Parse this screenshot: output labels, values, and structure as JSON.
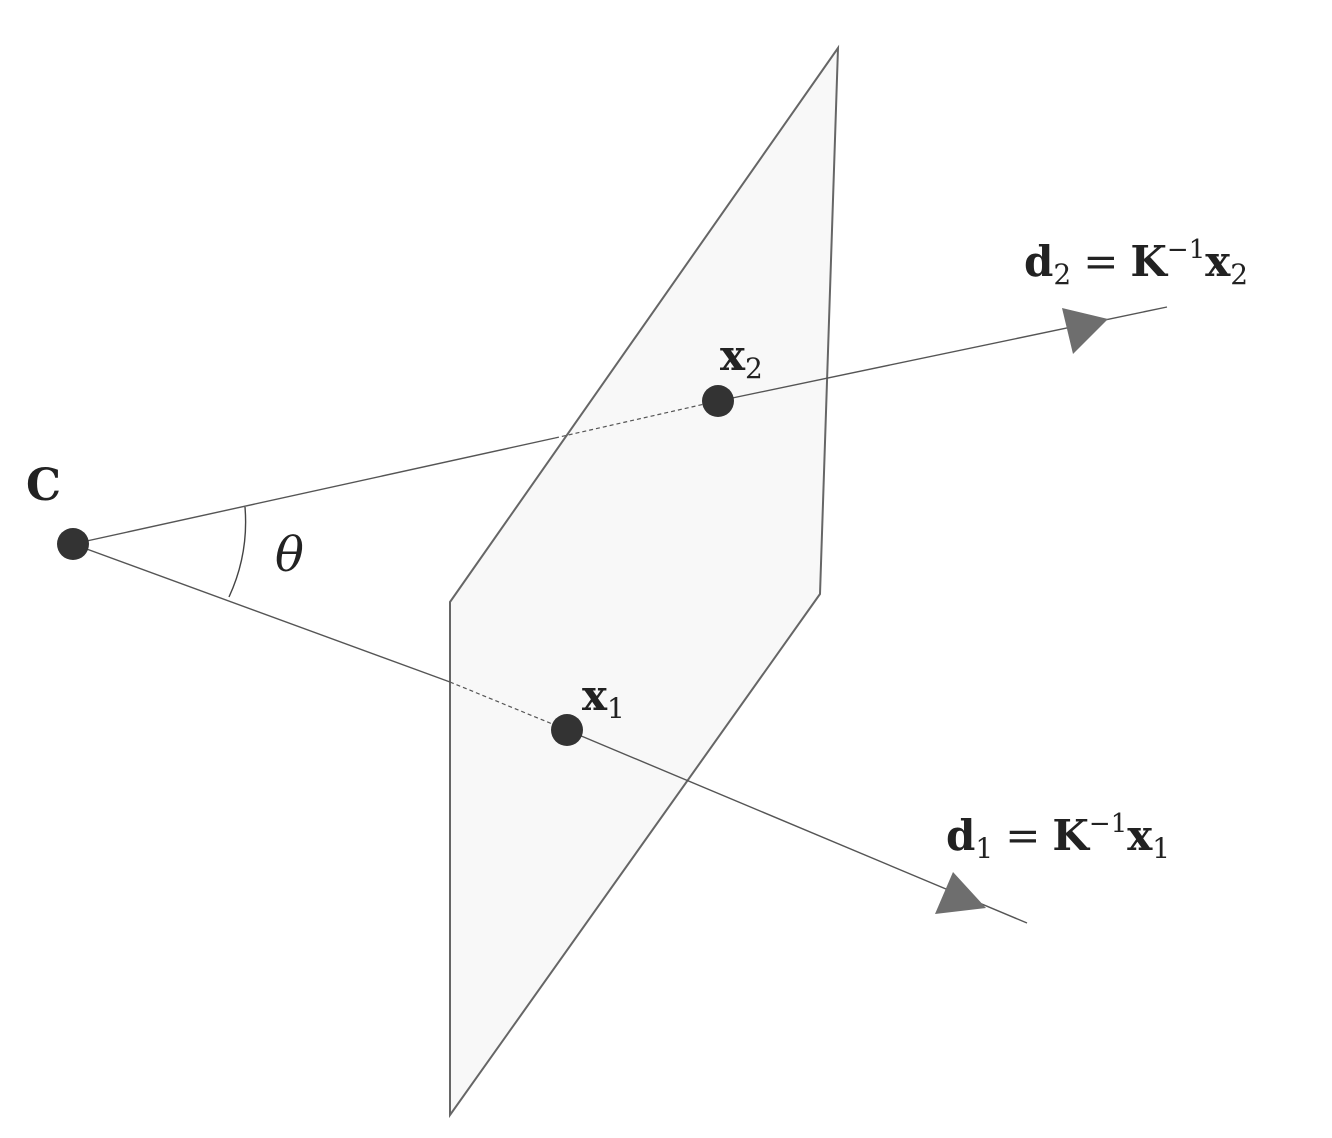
{
  "labels": {
    "camera_center": "C",
    "angle": "θ",
    "point_1": {
      "base": "x",
      "sub": "1"
    },
    "point_2": {
      "base": "x",
      "sub": "2"
    },
    "direction_1": {
      "lhs_base": "d",
      "lhs_sub": "1",
      "eq": "=",
      "matrix": "K",
      "sup": "−1",
      "rhs_base": "x",
      "rhs_sub": "1"
    },
    "direction_2": {
      "lhs_base": "d",
      "lhs_sub": "2",
      "eq": "=",
      "matrix": "K",
      "sup": "−1",
      "rhs_base": "x",
      "rhs_sub": "2"
    }
  },
  "colors": {
    "plane_fill": "#f8f8f8",
    "plane_stroke": "#666666",
    "line": "#555555",
    "point": "#333333",
    "arrow": "#6e6e6e",
    "text": "#222222"
  }
}
